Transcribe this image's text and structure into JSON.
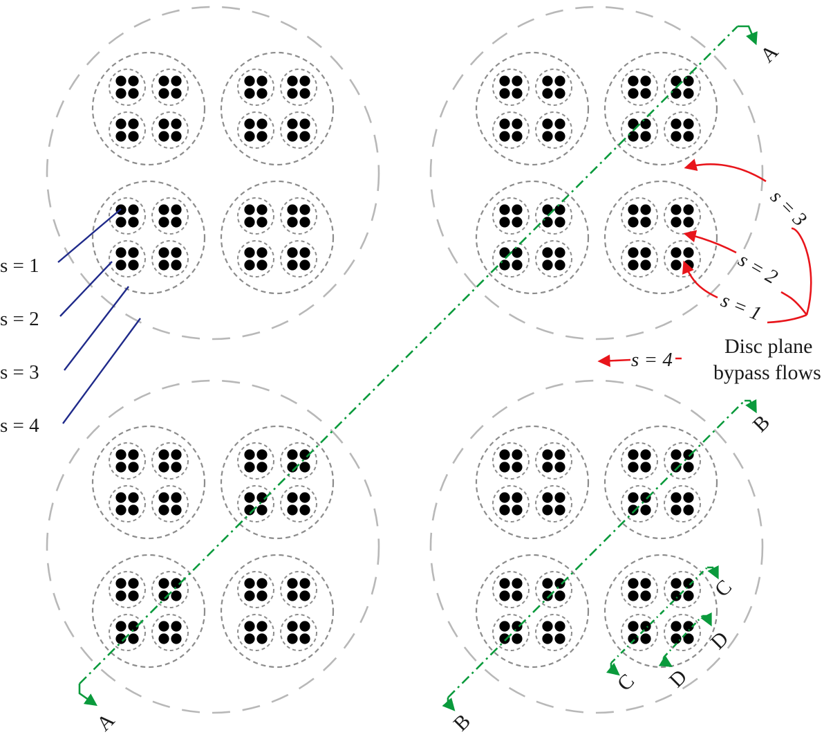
{
  "left_labels": [
    "s = 1",
    "s = 2",
    "s = 3",
    "s = 4"
  ],
  "flow_labels": [
    "s = 3",
    "s = 2",
    "s = 1",
    "s = 4"
  ],
  "legend": {
    "line1": "Disc plane",
    "line2": "bypass flows"
  },
  "sections": [
    "A",
    "A",
    "B",
    "B",
    "C",
    "C",
    "D",
    "D"
  ],
  "colors": {
    "outer_circle": "#b8b8b8",
    "inner_circle": "#8c8c8c",
    "dot": "#000000",
    "leader": "#1f2a8a",
    "flow": "#e8151b",
    "section": "#0a9a3c"
  }
}
